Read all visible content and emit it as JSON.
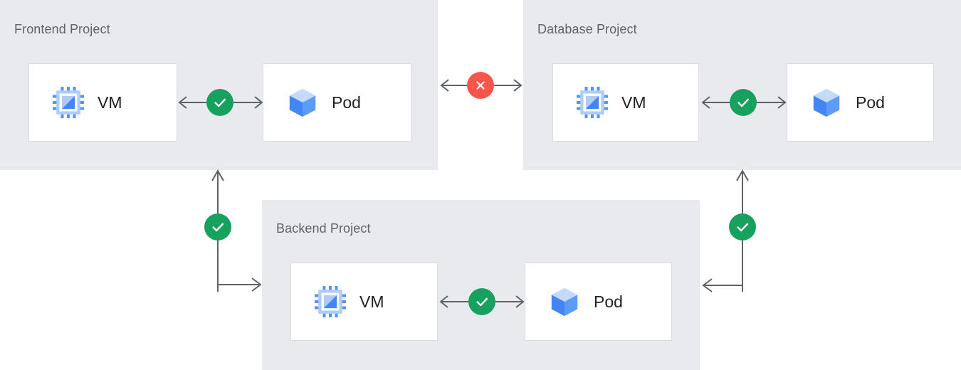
{
  "diagram": {
    "title_color": "#5f6368",
    "panel_color": "#e8eaed",
    "card_bg": "#ffffff",
    "card_border": "#dadce0",
    "connector_color": "#5f6368",
    "ok_color": "#17a05e",
    "blocked_color": "#f9554b"
  },
  "panels": [
    {
      "id": "frontend",
      "title": "Frontend Project",
      "resources": [
        {
          "label": "VM",
          "icon": "vm-chip-icon"
        },
        {
          "label": "Pod",
          "icon": "pod-cube-icon"
        }
      ]
    },
    {
      "id": "database",
      "title": "Database Project",
      "resources": [
        {
          "label": "VM",
          "icon": "vm-chip-icon"
        },
        {
          "label": "Pod",
          "icon": "pod-cube-icon"
        }
      ]
    },
    {
      "id": "backend",
      "title": "Backend Project",
      "resources": [
        {
          "label": "VM",
          "icon": "vm-chip-icon"
        },
        {
          "label": "Pod",
          "icon": "pod-cube-icon"
        }
      ]
    }
  ],
  "connections": [
    {
      "id": "frontend-vm-pod",
      "status": "allowed",
      "icon": "check-icon"
    },
    {
      "id": "database-vm-pod",
      "status": "allowed",
      "icon": "check-icon"
    },
    {
      "id": "backend-vm-pod",
      "status": "allowed",
      "icon": "check-icon"
    },
    {
      "id": "frontend-backend",
      "status": "allowed",
      "icon": "check-icon"
    },
    {
      "id": "database-backend",
      "status": "allowed",
      "icon": "check-icon"
    },
    {
      "id": "frontend-database",
      "status": "blocked",
      "icon": "cross-icon"
    }
  ]
}
